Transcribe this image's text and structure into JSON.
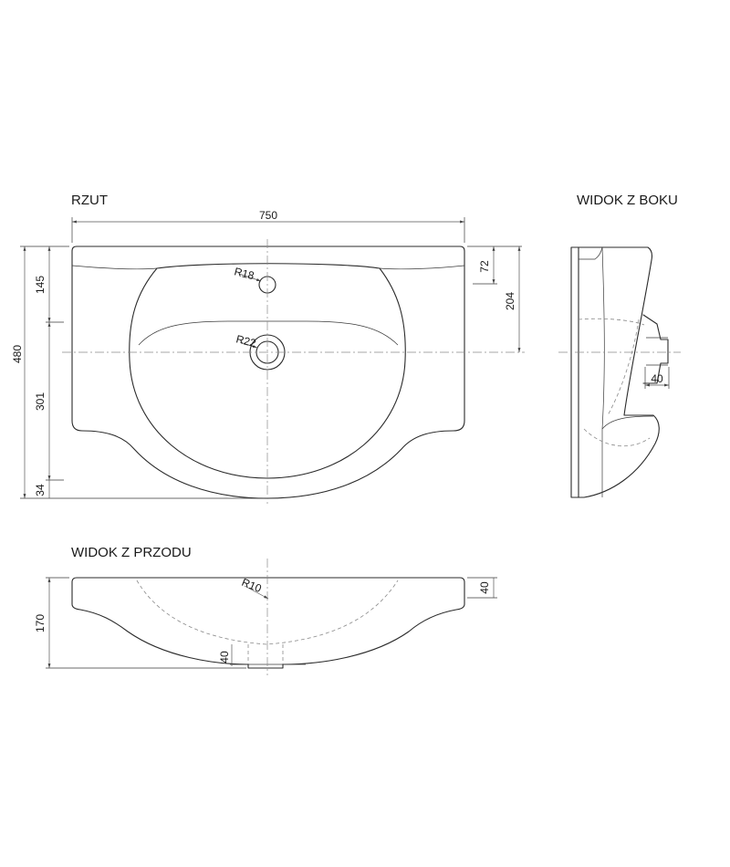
{
  "views": {
    "plan": {
      "title": "RZUT"
    },
    "side": {
      "title": "WIDOK Z BOKU"
    },
    "front": {
      "title": "WIDOK Z PRZODU"
    }
  },
  "dimensions": {
    "plan_width": "750",
    "plan_height_total": "480",
    "plan_top": "145",
    "plan_middle": "301",
    "plan_bottom": "34",
    "plan_rim": "72",
    "plan_depth": "204",
    "plan_tap_radius": "R18",
    "plan_drain_radius": "R22",
    "side_drain": "40",
    "front_height": "170",
    "front_rim": "40",
    "front_radius": "R10",
    "front_drain": "40"
  }
}
